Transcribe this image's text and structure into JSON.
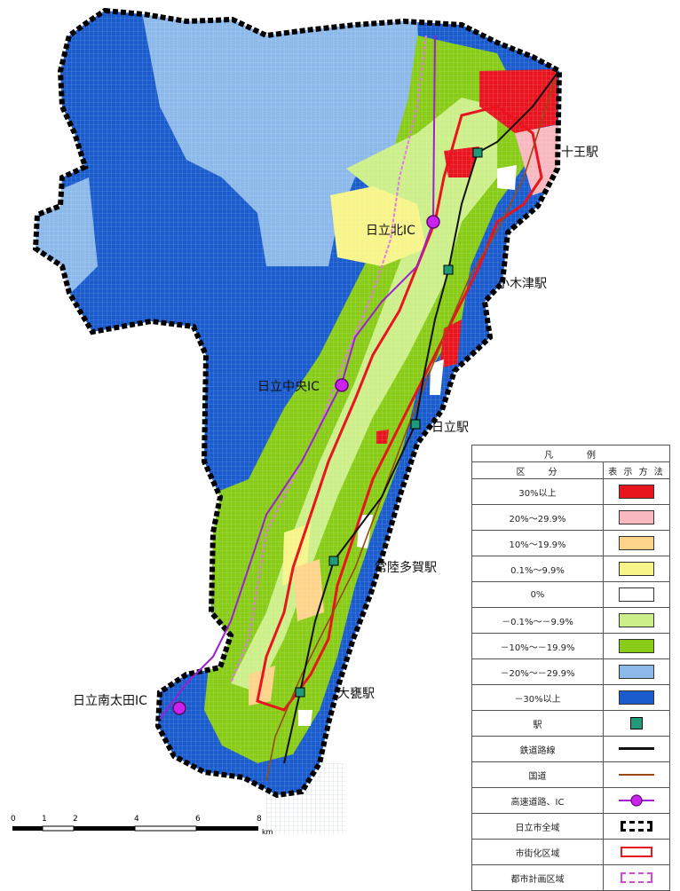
{
  "stations": {
    "jyuou": "十王駅",
    "ogitsu": "小木津駅",
    "hitachi": "日立駅",
    "taga": "常陸多賀駅",
    "ohmika": "大甕駅"
  },
  "interchanges": {
    "kita": "日立北IC",
    "chuo": "日立中央IC",
    "minamiota": "日立南太田IC"
  },
  "legend": {
    "title": "凡　　　例",
    "col_category": "区　　分",
    "col_symbol": "表 示 方 法",
    "classes": [
      {
        "label": "30%以上",
        "color": "#e8141e"
      },
      {
        "label": "20%～29.9%",
        "color": "#f7b9bf"
      },
      {
        "label": "10%～19.9%",
        "color": "#fdd48a"
      },
      {
        "label": "0.1%～9.9%",
        "color": "#f7f58a"
      },
      {
        "label": "0%",
        "color": "#ffffff"
      },
      {
        "label": "－0.1%～－9.9%",
        "color": "#ccef8a"
      },
      {
        "label": "－10%～－19.9%",
        "color": "#88cc18"
      },
      {
        "label": "－20%～－29.9%",
        "color": "#8cb9ea"
      },
      {
        "label": "－30%以上",
        "color": "#1a5ccd"
      }
    ],
    "symbols": [
      {
        "label": "駅",
        "icon": "station-icon"
      },
      {
        "label": "鉄道路線",
        "icon": "railway-line-icon"
      },
      {
        "label": "国道",
        "icon": "national-road-icon"
      },
      {
        "label": "高速道路、IC",
        "icon": "expressway-ic-icon"
      },
      {
        "label": "日立市全域",
        "icon": "city-boundary-icon"
      },
      {
        "label": "市街化区域",
        "icon": "urbanization-area-icon"
      },
      {
        "label": "都市計画区域",
        "icon": "city-planning-area-icon"
      }
    ]
  },
  "scale_bar": {
    "ticks": [
      "0",
      "1",
      "2",
      "4",
      "6",
      "8"
    ],
    "unit": "km"
  },
  "colors": {
    "railway": "#111111",
    "national_road": "#9a4a12",
    "expressway": "#9d1fd1",
    "urbanization_boundary": "#e8141e",
    "planning_boundary": "#e37ae6",
    "station_fill": "#1f9b7a"
  }
}
